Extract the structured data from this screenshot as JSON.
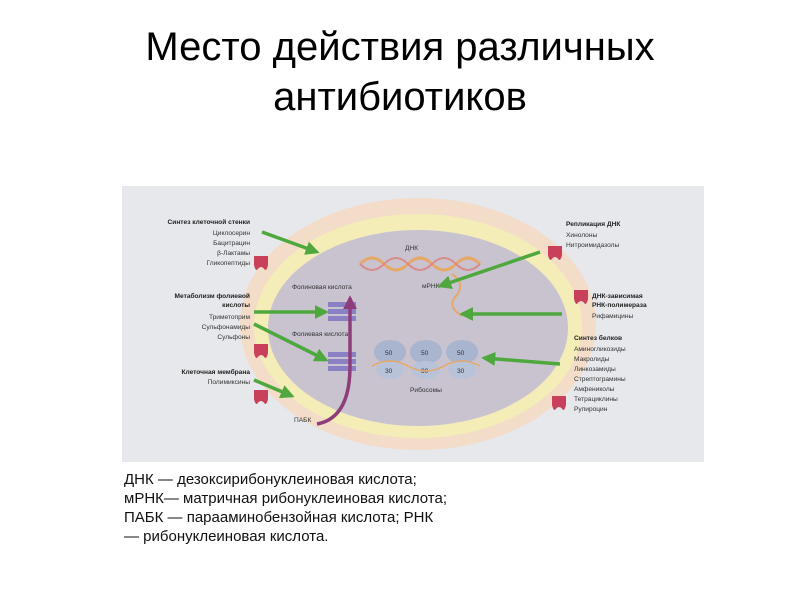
{
  "title": {
    "line1": "Место действия различных",
    "line2": "антибиотиков"
  },
  "diagram": {
    "cell_wall_synthesis": {
      "heading": "Синтез клеточной стенки",
      "items": [
        "Циклосерин",
        "Бацитрацин",
        "β-Лактамы",
        "Гликопептиды"
      ]
    },
    "folate_metabolism": {
      "heading_line1": "Метаболизм фолиевой",
      "heading_line2": "кислоты",
      "items": [
        "Триметоприм",
        "Сульфонамиды",
        "Сульфоны"
      ]
    },
    "cell_membrane": {
      "heading": "Клеточная мембрана",
      "items": [
        "Полимиксины"
      ]
    },
    "dna_replication": {
      "heading": "Репликация ДНК",
      "items": [
        "Хинолоны",
        "Нитроимидазолы"
      ]
    },
    "rna_polymerase": {
      "heading_line1": "ДНК-зависимая",
      "heading_line2": "РНК-полимераза",
      "items": [
        "Рифамицины"
      ]
    },
    "protein_synthesis": {
      "heading": "Синтез белков",
      "items": [
        "Аминогликозиды",
        "Макролиды",
        "Линкозамиды",
        "Стрептограмины",
        "Амфениколы",
        "Тетрациклины",
        "Рупироцин"
      ]
    },
    "cell_labels": {
      "dna": "ДНК",
      "mrna": "мРНК",
      "folinic_acid": "Фолиновая кислота",
      "folic_acid": "Фолиевая кислота",
      "ribosomes": "Рибосомы",
      "paba": "ПАБК",
      "ribosome_large": "50",
      "ribosome_small": "30"
    },
    "colors": {
      "background": "#e6e8ec",
      "outer_wall": "#f3dcc8",
      "inner_wall": "#f4edb8",
      "cytoplasm": "#c8c3cf",
      "green_arrow": "#4fa83d",
      "purple_arrow": "#8e3d7a",
      "marker": "#c8405a"
    }
  },
  "legend": {
    "line1": "ДНК — дезоксирибонуклеиновая кислота;",
    "line2": "мРНК— матричная рибонуклеиновая кислота;",
    "line3": "ПАБК — парааминобензойная кислота; РНК",
    "line4": "— рибонуклеиновая кислота."
  }
}
